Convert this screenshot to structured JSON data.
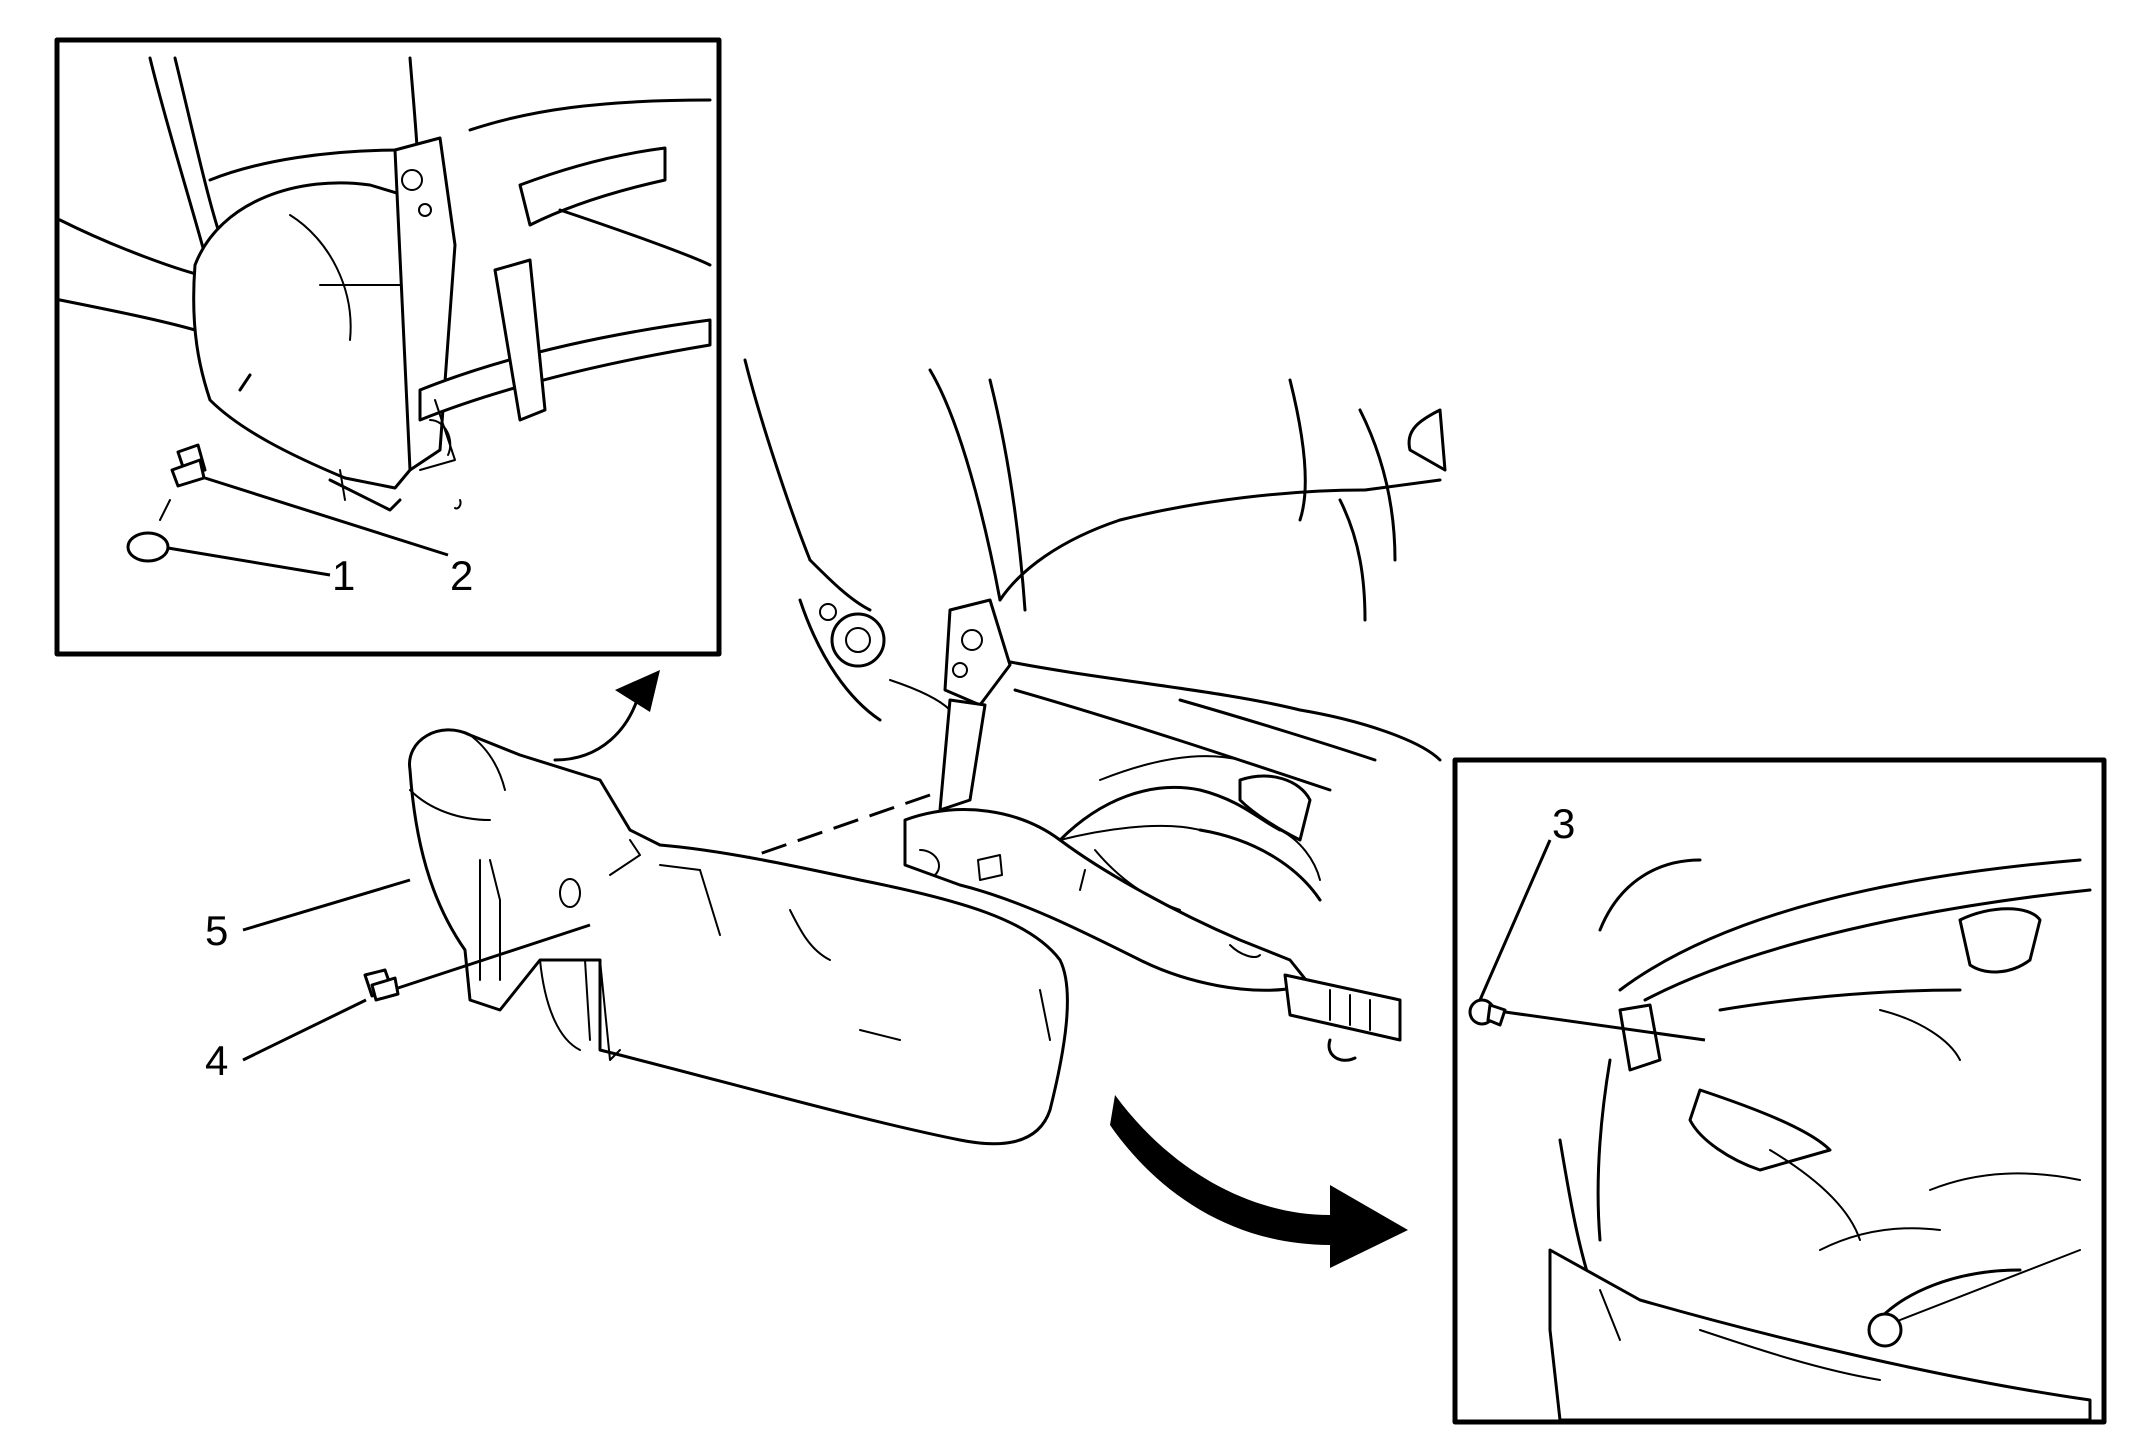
{
  "callouts": [
    {
      "id": "1",
      "text": "1"
    },
    {
      "id": "2",
      "text": "2"
    },
    {
      "id": "3",
      "text": "3"
    },
    {
      "id": "4",
      "text": "4"
    },
    {
      "id": "5",
      "text": "5"
    }
  ],
  "icons": [
    "curved-arrow-up-icon",
    "curved-arrow-right-icon"
  ],
  "colors": {
    "line": "#000000",
    "background": "#ffffff"
  }
}
